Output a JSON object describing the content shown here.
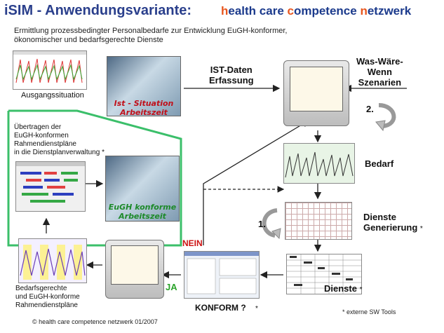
{
  "title": "iSIM - Anwendungsvariante:",
  "brand": {
    "p1": "h",
    "p2": "ealth care ",
    "p3": "c",
    "p4": "ompetence ",
    "p5": "n",
    "p6": "etzwerk"
  },
  "subtitle_line1": "Ermittlung prozessbedingter Personalbedarfe zur Entwicklung EuGH-konformer,",
  "subtitle_line2": "ökonomischer und bedarfsgerechte Dienste",
  "labels": {
    "ausgang": "Ausgangssituation",
    "ist_daten_1": "IST-Daten",
    "ist_daten_2": "Erfassung",
    "was_waere_1": "Was-Wäre-",
    "was_waere_2": "Wenn",
    "was_waere_3": "Szenarien",
    "step2": "2.",
    "step1": "1.",
    "bedarf": "Bedarf",
    "dienste_gen_1": "Dienste",
    "dienste_gen_2": "Generierung",
    "dienste": "Dienste",
    "konform": "KONFORM ?",
    "nein": "NEIN",
    "ja": "JA",
    "uebertragen_1": "Übertragen der",
    "uebertragen_2": "EuGH-konformen",
    "uebertragen_3": "Rahmendienstpläne",
    "uebertragen_4": "in die Dienstplanverwaltung",
    "bedarfsgerecht_1": "Bedarfsgerechte",
    "bedarfsgerecht_2": "und EuGH-konforme",
    "bedarfsgerecht_3": "Rahmendienstpläne",
    "ist_situation_1": "Ist - Situation",
    "ist_situation_2": "Arbeitszeit",
    "eugh_1": "EuGH konforme",
    "eugh_2": "Arbeitszeit",
    "star": "*",
    "footnote": "* externe SW Tools",
    "copyright": "© health care competence netzwerk 01/2007"
  },
  "colors": {
    "title": "#2a3f8c",
    "brand_blue": "#1b3a8c",
    "brand_orange": "#e8561e",
    "nein": "#cc1111",
    "ja": "#2aa32a",
    "green_frame": "#3bbf6a",
    "caption_red": "#c0101a",
    "caption_green": "#1d8a2a"
  }
}
